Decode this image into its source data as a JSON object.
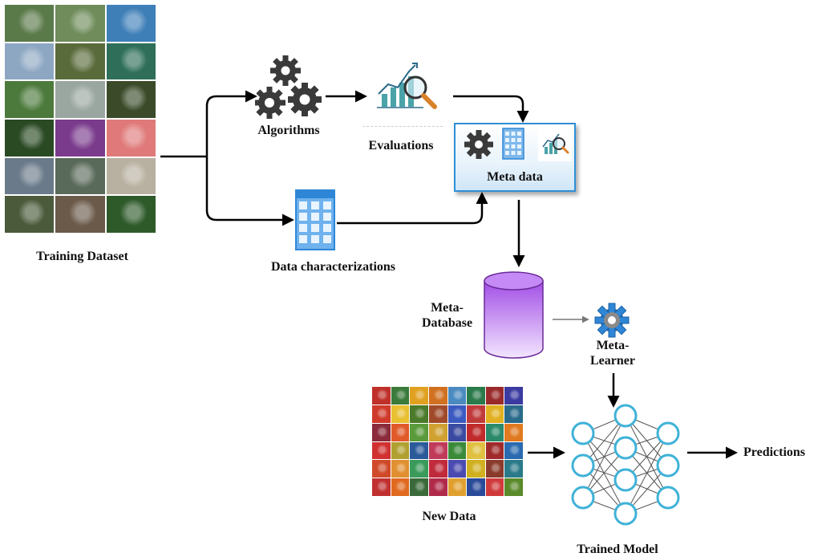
{
  "labels": {
    "training_dataset": "Training Dataset",
    "algorithms": "Algorithms",
    "evaluations": "Evaluations",
    "meta_data": "Meta data",
    "data_characterizations": "Data characterizations",
    "meta_database": "Meta-\nDatabase",
    "meta_learner": "Meta-\nLearner",
    "new_data": "New Data",
    "trained_model": "Trained Model",
    "predictions": "Predictions"
  },
  "colors": {
    "arrow": "#000000",
    "meta_box_border": "#2e8fd6",
    "database_fill": "#b56be8",
    "database_top": "#d9a8ff",
    "neuron_stroke": "#3fb2d8",
    "gear_dark": "#3a3a3a",
    "gear_blue": "#2f86d6"
  },
  "icons": [
    "gears-icon",
    "chart-magnifier-icon",
    "gear-icon",
    "table-grid-icon",
    "database-icon",
    "learner-gear-icon",
    "neural-network-icon"
  ],
  "training_tiles": [
    "#5b7a4a",
    "#6f8c5a",
    "#3f7fb8",
    "#8da7c2",
    "#5a6b3b",
    "#2f6f5a",
    "#4c7a3c",
    "#9aa6a0",
    "#3b4b2a",
    "#2a4a24",
    "#7a3b8c",
    "#e07a7a",
    "#6a7a8a",
    "#5a6a5a",
    "#b8b0a0",
    "#4a5a3a",
    "#6b5a4a",
    "#2e5a2a"
  ],
  "new_data_tiles": [
    "#c0302a",
    "#3a7a3a",
    "#e0a020",
    "#d07020",
    "#4a8ac0",
    "#2a7a4a",
    "#9a2a2a",
    "#3a3aa0",
    "#d03a2a",
    "#e8c030",
    "#4a7a2a",
    "#a04a2a",
    "#3a5ac0",
    "#c03a3a",
    "#e0b020",
    "#2a6a8a",
    "#8a2a3a",
    "#e05a2a",
    "#5a9a3a",
    "#d0a030",
    "#3a4aa0",
    "#c02a2a",
    "#2a8a6a",
    "#e07a20",
    "#d03030",
    "#b0a030",
    "#2a5a9a",
    "#c03a5a",
    "#3a8a3a",
    "#e0c040",
    "#a02a2a",
    "#2a6ab0",
    "#d04a2a",
    "#e09030",
    "#3a9a5a",
    "#c02a3a",
    "#4a4ab0",
    "#d0b020",
    "#8a3a2a",
    "#2a7a8a",
    "#c03030",
    "#e06a20",
    "#3a6a3a",
    "#b02a4a",
    "#e0a030",
    "#2a4a9a",
    "#d03a3a",
    "#5a8a2a"
  ]
}
